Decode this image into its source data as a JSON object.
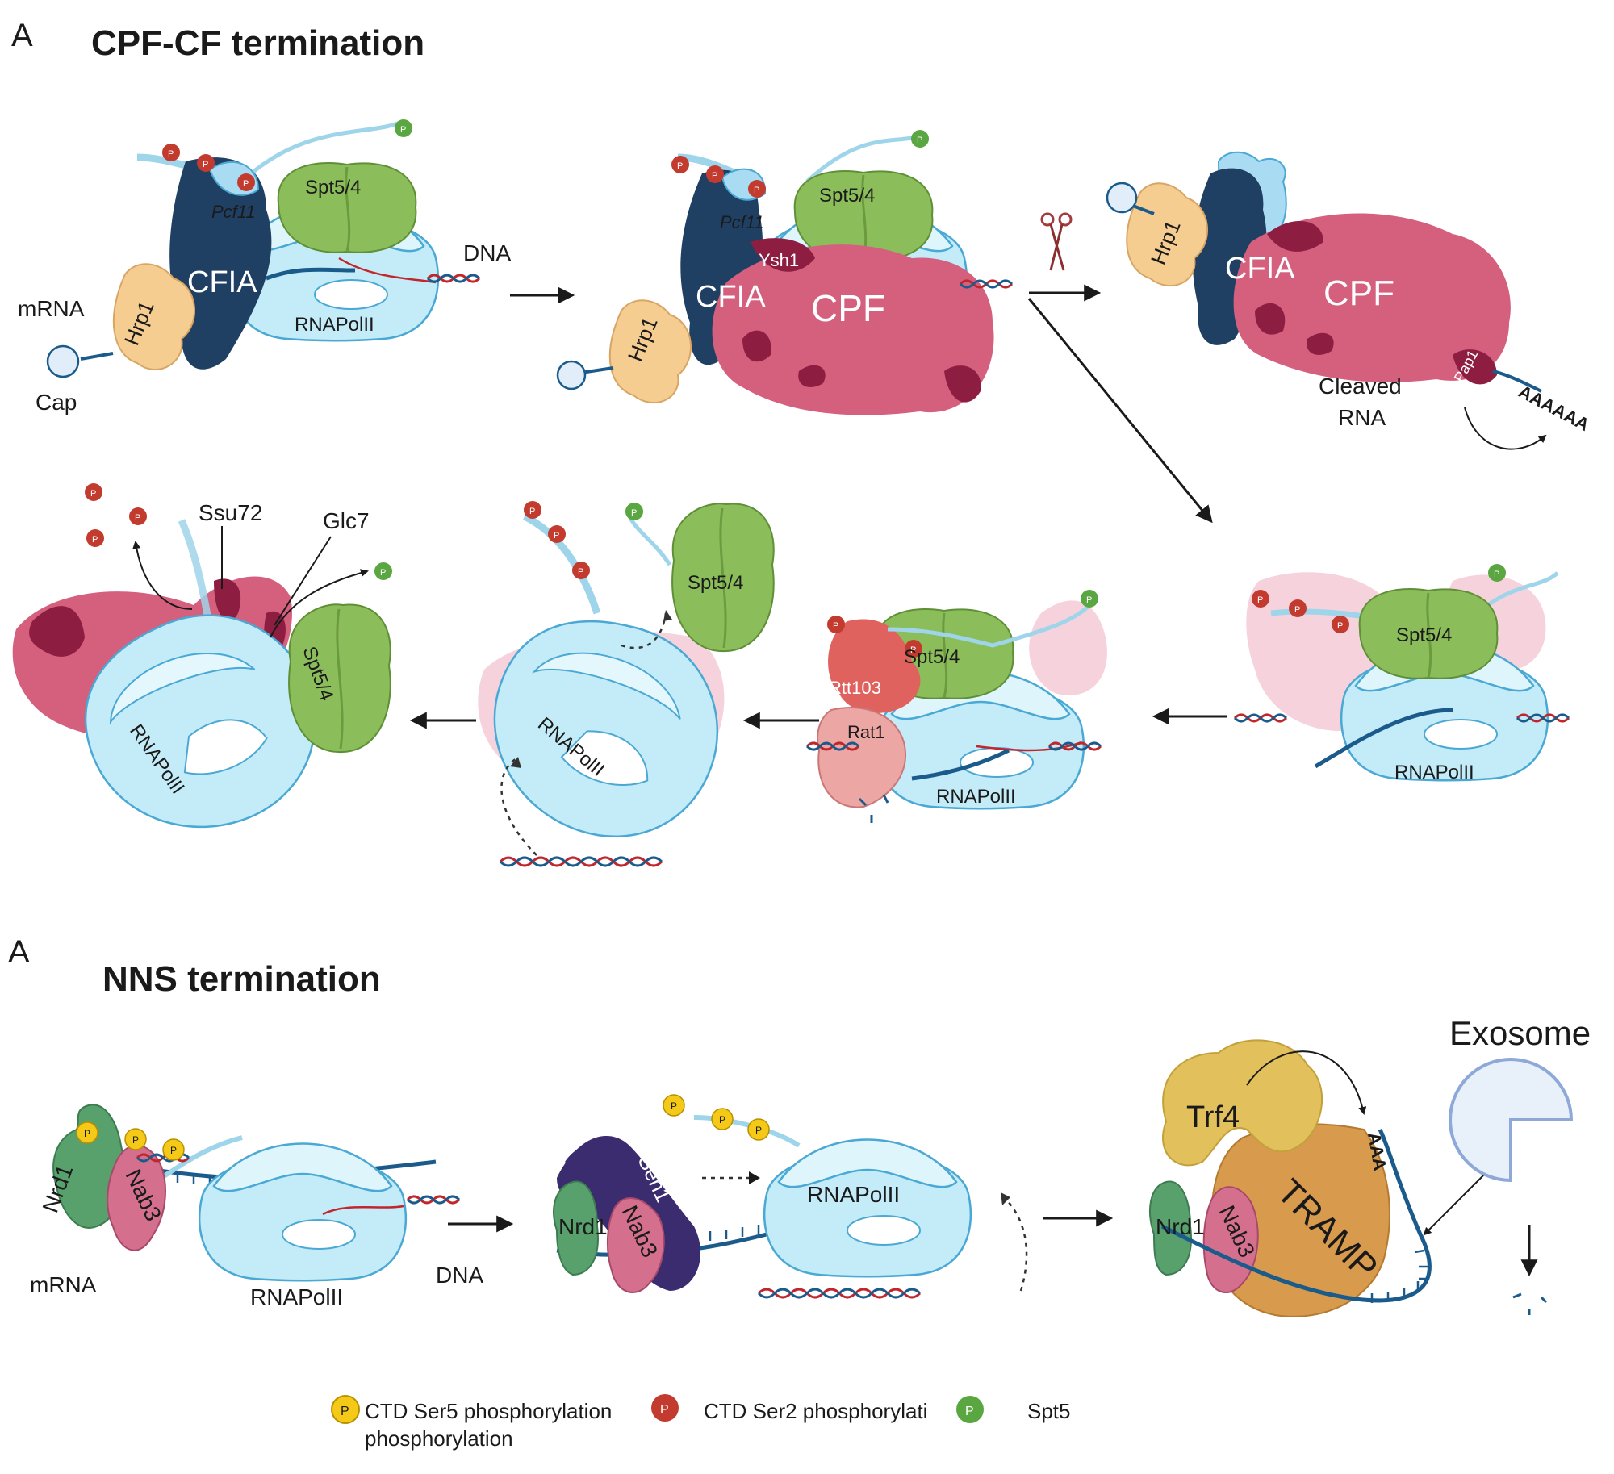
{
  "section_a": {
    "letter": "A",
    "title": "CPF-CF termination",
    "labels": {
      "mrna": "mRNA",
      "cap": "Cap",
      "dna": "DNA",
      "pcf11": "Pcf11",
      "spt54": "Spt5/4",
      "cfia": "CFIA",
      "hrp1": "Hrp1",
      "rnapolii": "RNAPolII",
      "ysh1": "Ysh1",
      "cpf": "CPF",
      "pap1": "Pap1",
      "cleaved_rna": "Cleaved",
      "cleaved_rna2": "RNA",
      "polya": "AAAAAA",
      "ssu72": "Ssu72",
      "glc7": "Glc7",
      "rtt103": "Rtt103",
      "rat1": "Rat1"
    }
  },
  "section_b": {
    "letter": "A",
    "title": "NNS termination",
    "labels": {
      "nrd1": "Nrd1",
      "nab3": "Nab3",
      "mrna": "mRNA",
      "rnapolii": "RNAPolII",
      "dna": "DNA",
      "sen1": "Sen1",
      "trf4": "Trf4",
      "tramp": "TRAMP",
      "aaa": "AAA",
      "exosome": "Exosome"
    }
  },
  "phospho_letter": "P",
  "legend": {
    "ser5": "CTD Ser5 phosphorylation",
    "ser5_line2": "phosphorylation",
    "ser2": "CTD Ser2 phosphorylati",
    "spt5": "Spt5"
  },
  "colors": {
    "pol": "#c4ecf8",
    "pol_edge": "#4aa8d4",
    "cfia": "#1f3f63",
    "hrp1": "#f6cd91",
    "spt": "#8cbd5b",
    "cpf": "#d4607e",
    "cpf_dark": "#8e1e41",
    "rat1": "#eca7a5",
    "rtt103": "#e0625e",
    "nrd1": "#58a06c",
    "nab3": "#d4708e",
    "sen1": "#3a2c6e",
    "trf4": "#e2c05c",
    "tramp": "#d89a4c",
    "exosome": "#e8f0fa",
    "p_red": "#c23b2e",
    "p_yellow": "#f4c918",
    "p_green": "#5aa640"
  }
}
